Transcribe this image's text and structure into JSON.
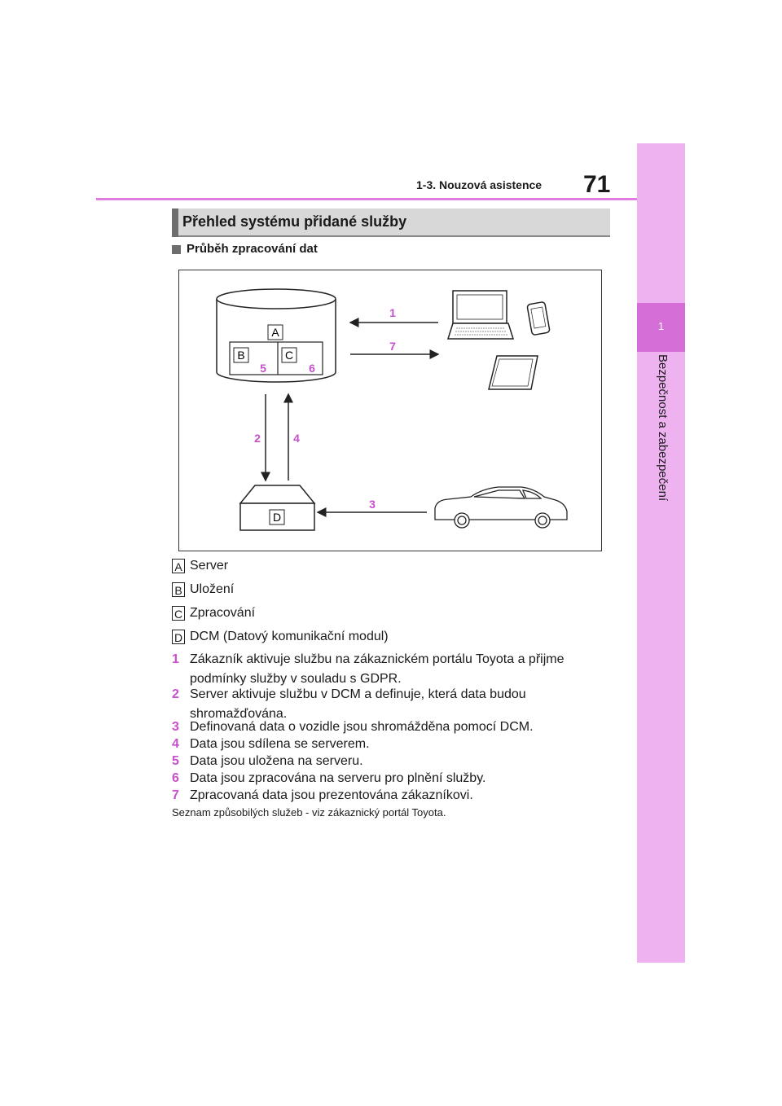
{
  "header": {
    "page_number": "71",
    "section_title": "1-3. Nouzová asistence"
  },
  "side_tab": {
    "chapter_number": "1",
    "chapter_title": "Bezpečnost a zabezpečení"
  },
  "heading": "Přehled systému přidané služby",
  "subheading": "Průběh zpracování dat",
  "diagram": {
    "labels": {
      "A": "A",
      "B": "B",
      "C": "C",
      "D": "D"
    },
    "steps": {
      "s1": "1",
      "s2": "2",
      "s3": "3",
      "s4": "4",
      "s5": "5",
      "s6": "6",
      "s7": "7"
    }
  },
  "legend": [
    {
      "key": "A",
      "text": "Server"
    },
    {
      "key": "B",
      "text": "Uložení"
    },
    {
      "key": "C",
      "text": "Zpracování"
    },
    {
      "key": "D",
      "text": "DCM (Datový komunikační modul)"
    }
  ],
  "steps": [
    {
      "num": "1",
      "text": "Zákazník aktivuje službu na zákaznickém portálu Toyota a přijme podmínky služby v souladu s GDPR."
    },
    {
      "num": "2",
      "text": "Server aktivuje službu v DCM a definuje, která data budou shromažďována."
    },
    {
      "num": "3",
      "text": "Definovaná data o vozidle jsou shromážděna pomocí DCM."
    },
    {
      "num": "4",
      "text": "Data jsou sdílena se serverem."
    },
    {
      "num": "5",
      "text": "Data jsou uložena na serveru."
    },
    {
      "num": "6",
      "text": "Data jsou zpracována na serveru pro plnění služby."
    },
    {
      "num": "7",
      "text": "Zpracovaná data jsou prezentována zákazníkovi."
    }
  ],
  "footnote": "Seznam způsobilých služeb - viz zákaznický portál Toyota.",
  "colors": {
    "accent": "#c84fcb",
    "side_tab": "#eeb2f0",
    "chapter_box": "#d66ed8"
  }
}
